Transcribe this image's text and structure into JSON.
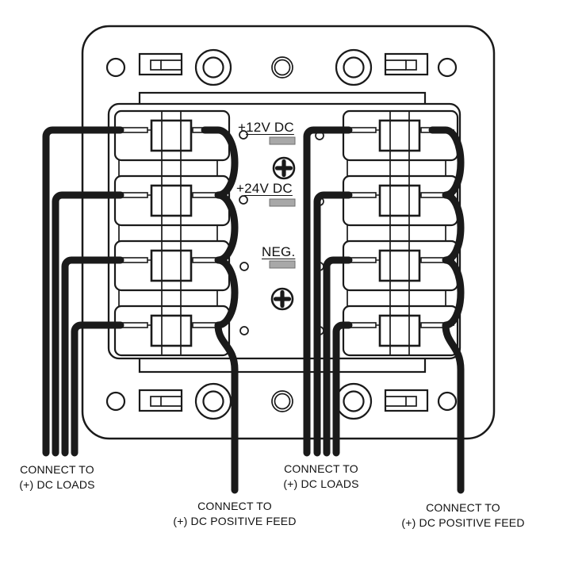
{
  "diagram": {
    "type": "dc-fuse-distribution-panel-wiring-diagram",
    "panel": {
      "label_12v": {
        "prefix": "+",
        "text": "12V DC"
      },
      "label_24v": {
        "prefix": "+",
        "text": "24V DC"
      },
      "label_neg": {
        "prefix": "",
        "text": "NEG."
      },
      "fuse_positions": {
        "left_bank": 4,
        "right_bank": 4
      },
      "indicator_count": 3,
      "screw_count": 2
    },
    "connections": {
      "loads_left": {
        "line1": "CONNECT TO",
        "line2": "(+) DC LOADS"
      },
      "loads_right": {
        "line1": "CONNECT TO",
        "line2": "(+) DC LOADS"
      },
      "feed_center": {
        "line1": "CONNECT TO",
        "line2": "(+) DC POSITIVE FEED"
      },
      "feed_right": {
        "line1": "CONNECT TO",
        "line2": "(+) DC POSITIVE FEED"
      }
    },
    "colors": {
      "line": "#1a1a1a",
      "wire": "#1a1a1a",
      "led_indicator": "#a8a8a8",
      "background": "#ffffff"
    }
  }
}
